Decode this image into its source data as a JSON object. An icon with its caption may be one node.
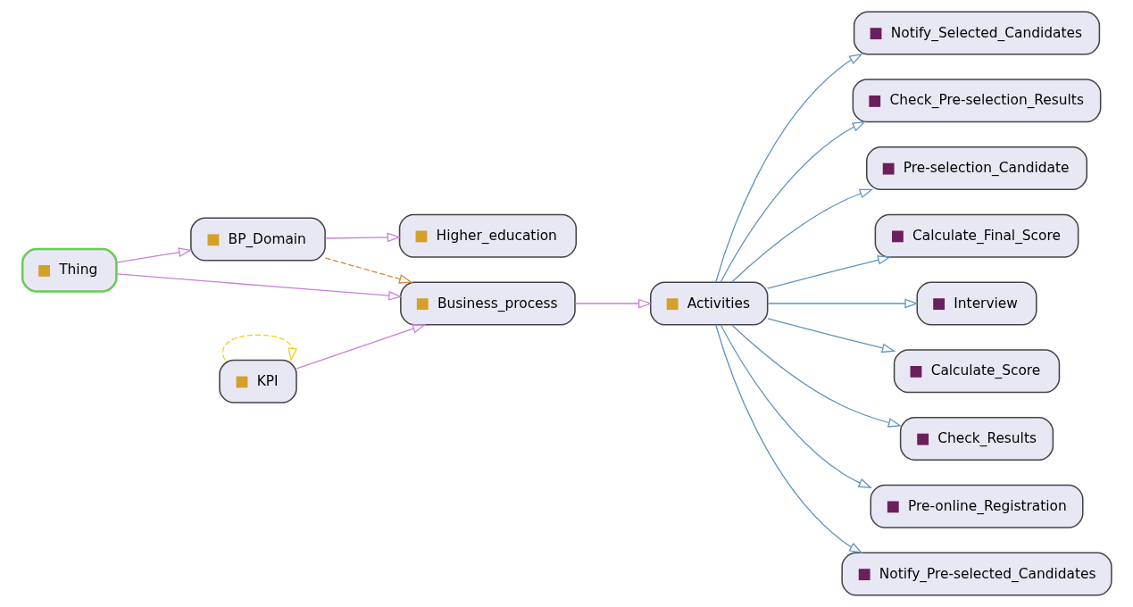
{
  "diagram": {
    "nodes": [
      {
        "text": [
          "Thing"
        ]
      },
      {
        "text": [
          "BP_Domain"
        ]
      },
      {
        "text": [
          "Higher_education"
        ]
      },
      {
        "text": [
          "Business_process"
        ]
      },
      {
        "text": [
          "KPI"
        ]
      },
      {
        "text": [
          "Notify_Selected_Candidates"
        ]
      },
      {
        "text": [
          "Check_Pre-selection_Results"
        ]
      },
      {
        "text": [
          "Pre-selection_Candidate"
        ]
      },
      {
        "text": [
          "Calculate_Final_Score"
        ]
      },
      {
        "text": [
          "Activities"
        ]
      },
      {
        "text": [
          "Interview"
        ]
      },
      {
        "text": [
          "Calculate_Score"
        ]
      },
      {
        "text": [
          "Check_Results"
        ]
      },
      {
        "text": [
          "Pre-online_Registration"
        ]
      },
      {
        "text": [
          "Notify_Pre-selected_Candidates"
        ]
      }
    ],
    "edges": [
      {
        "from": 0,
        "to": 1,
        "arrow": "to",
        "color": "#c77fd9"
      },
      {
        "from": 0,
        "to": 3,
        "arrow": "to",
        "color": "#c77fd9"
      },
      {
        "from": 1,
        "to": 2,
        "arrow": "to",
        "color": "#c77fd9"
      },
      {
        "from": 1,
        "to": 3,
        "arrow": "to",
        "style": "dashed",
        "color": "#d08a40"
      },
      {
        "from": 4,
        "to": 3,
        "arrow": "to",
        "color": "#c77fd9"
      },
      {
        "from": 4,
        "to": 4,
        "arrow": "to",
        "style": "dashed",
        "color": "#f0d020"
      },
      {
        "from": 3,
        "to": 9,
        "arrow": "to",
        "color": "#c77fd9"
      },
      {
        "from": 9,
        "to": 5,
        "arrow": "to"
      },
      {
        "from": 9,
        "to": 6,
        "arrow": "to"
      },
      {
        "from": 9,
        "to": 7,
        "arrow": "to"
      },
      {
        "from": 9,
        "to": 8,
        "arrow": "to"
      },
      {
        "from": 9,
        "to": 10,
        "arrow": "to"
      },
      {
        "from": 9,
        "to": 11,
        "arrow": "to"
      },
      {
        "from": 9,
        "to": 12,
        "arrow": "to"
      },
      {
        "from": 9,
        "to": 13,
        "arrow": "to"
      },
      {
        "from": 9,
        "to": 14,
        "arrow": "to"
      }
    ]
  }
}
